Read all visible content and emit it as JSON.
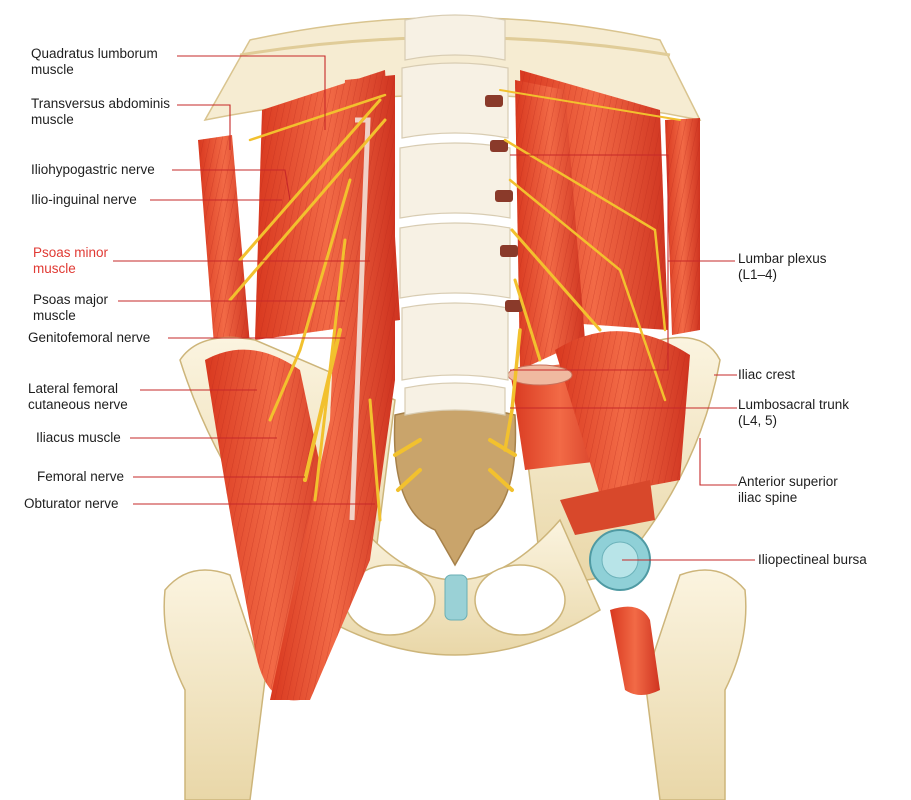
{
  "colors": {
    "leader_line": "#c62828",
    "highlight_label": "#e03a34",
    "label_text": "#1e1e1e",
    "muscle": "#e8452c",
    "bone": "#f3e6c4",
    "nerve": "#f2c12e",
    "bursa": "#7fc6cf"
  },
  "labels_left": [
    {
      "lines": [
        "Quadratus lumborum",
        "muscle"
      ]
    },
    {
      "lines": [
        "Transversus abdominis",
        "muscle"
      ]
    },
    {
      "lines": [
        "Iliohypogastric nerve"
      ]
    },
    {
      "lines": [
        "Ilio-inguinal nerve"
      ]
    },
    {
      "lines": [
        "Psoas minor",
        "muscle"
      ],
      "highlight": true
    },
    {
      "lines": [
        "Psoas major",
        "muscle"
      ]
    },
    {
      "lines": [
        "Genitofemoral nerve"
      ]
    },
    {
      "lines": [
        "Lateral femoral",
        "cutaneous nerve"
      ]
    },
    {
      "lines": [
        "Iliacus muscle"
      ]
    },
    {
      "lines": [
        "Femoral nerve"
      ]
    },
    {
      "lines": [
        "Obturator nerve"
      ]
    }
  ],
  "labels_right": [
    {
      "lines": [
        "Lumbar plexus",
        "(L1–4)"
      ]
    },
    {
      "lines": [
        "Iliac crest"
      ]
    },
    {
      "lines": [
        "Lumbosacral trunk",
        "(L4, 5)"
      ]
    },
    {
      "lines": [
        "Anterior superior",
        "iliac spine"
      ]
    },
    {
      "lines": [
        "Iliopectineal bursa"
      ]
    }
  ]
}
